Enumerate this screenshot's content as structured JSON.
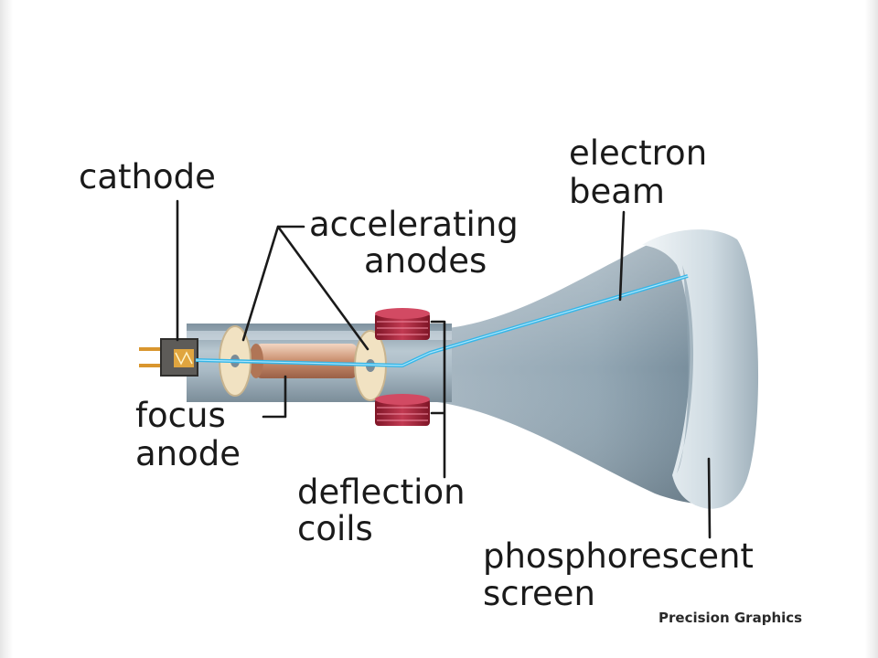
{
  "labels": {
    "cathode": "cathode",
    "accelerating_anodes_line1": "accelerating",
    "accelerating_anodes_line2": "anodes",
    "electron_beam_line1": "electron",
    "electron_beam_line2": "beam",
    "focus_anode_line1": "focus",
    "focus_anode_line2": "anode",
    "deflection_coils_line1": "deflection",
    "deflection_coils_line2": "coils",
    "phosphorescent_screen_line1": "phosphorescent",
    "phosphorescent_screen_line2": "screen"
  },
  "credit": "Precision Graphics",
  "colors": {
    "tube_glass": "#9fb1bd",
    "tube_highlight": "#e6eef3",
    "beam": "#35b6e8",
    "coil": "#a3243a",
    "anode_disc": "#f1e2c2",
    "focus_cylinder": "#c98e6e",
    "cathode_pins": "#d9962e"
  }
}
